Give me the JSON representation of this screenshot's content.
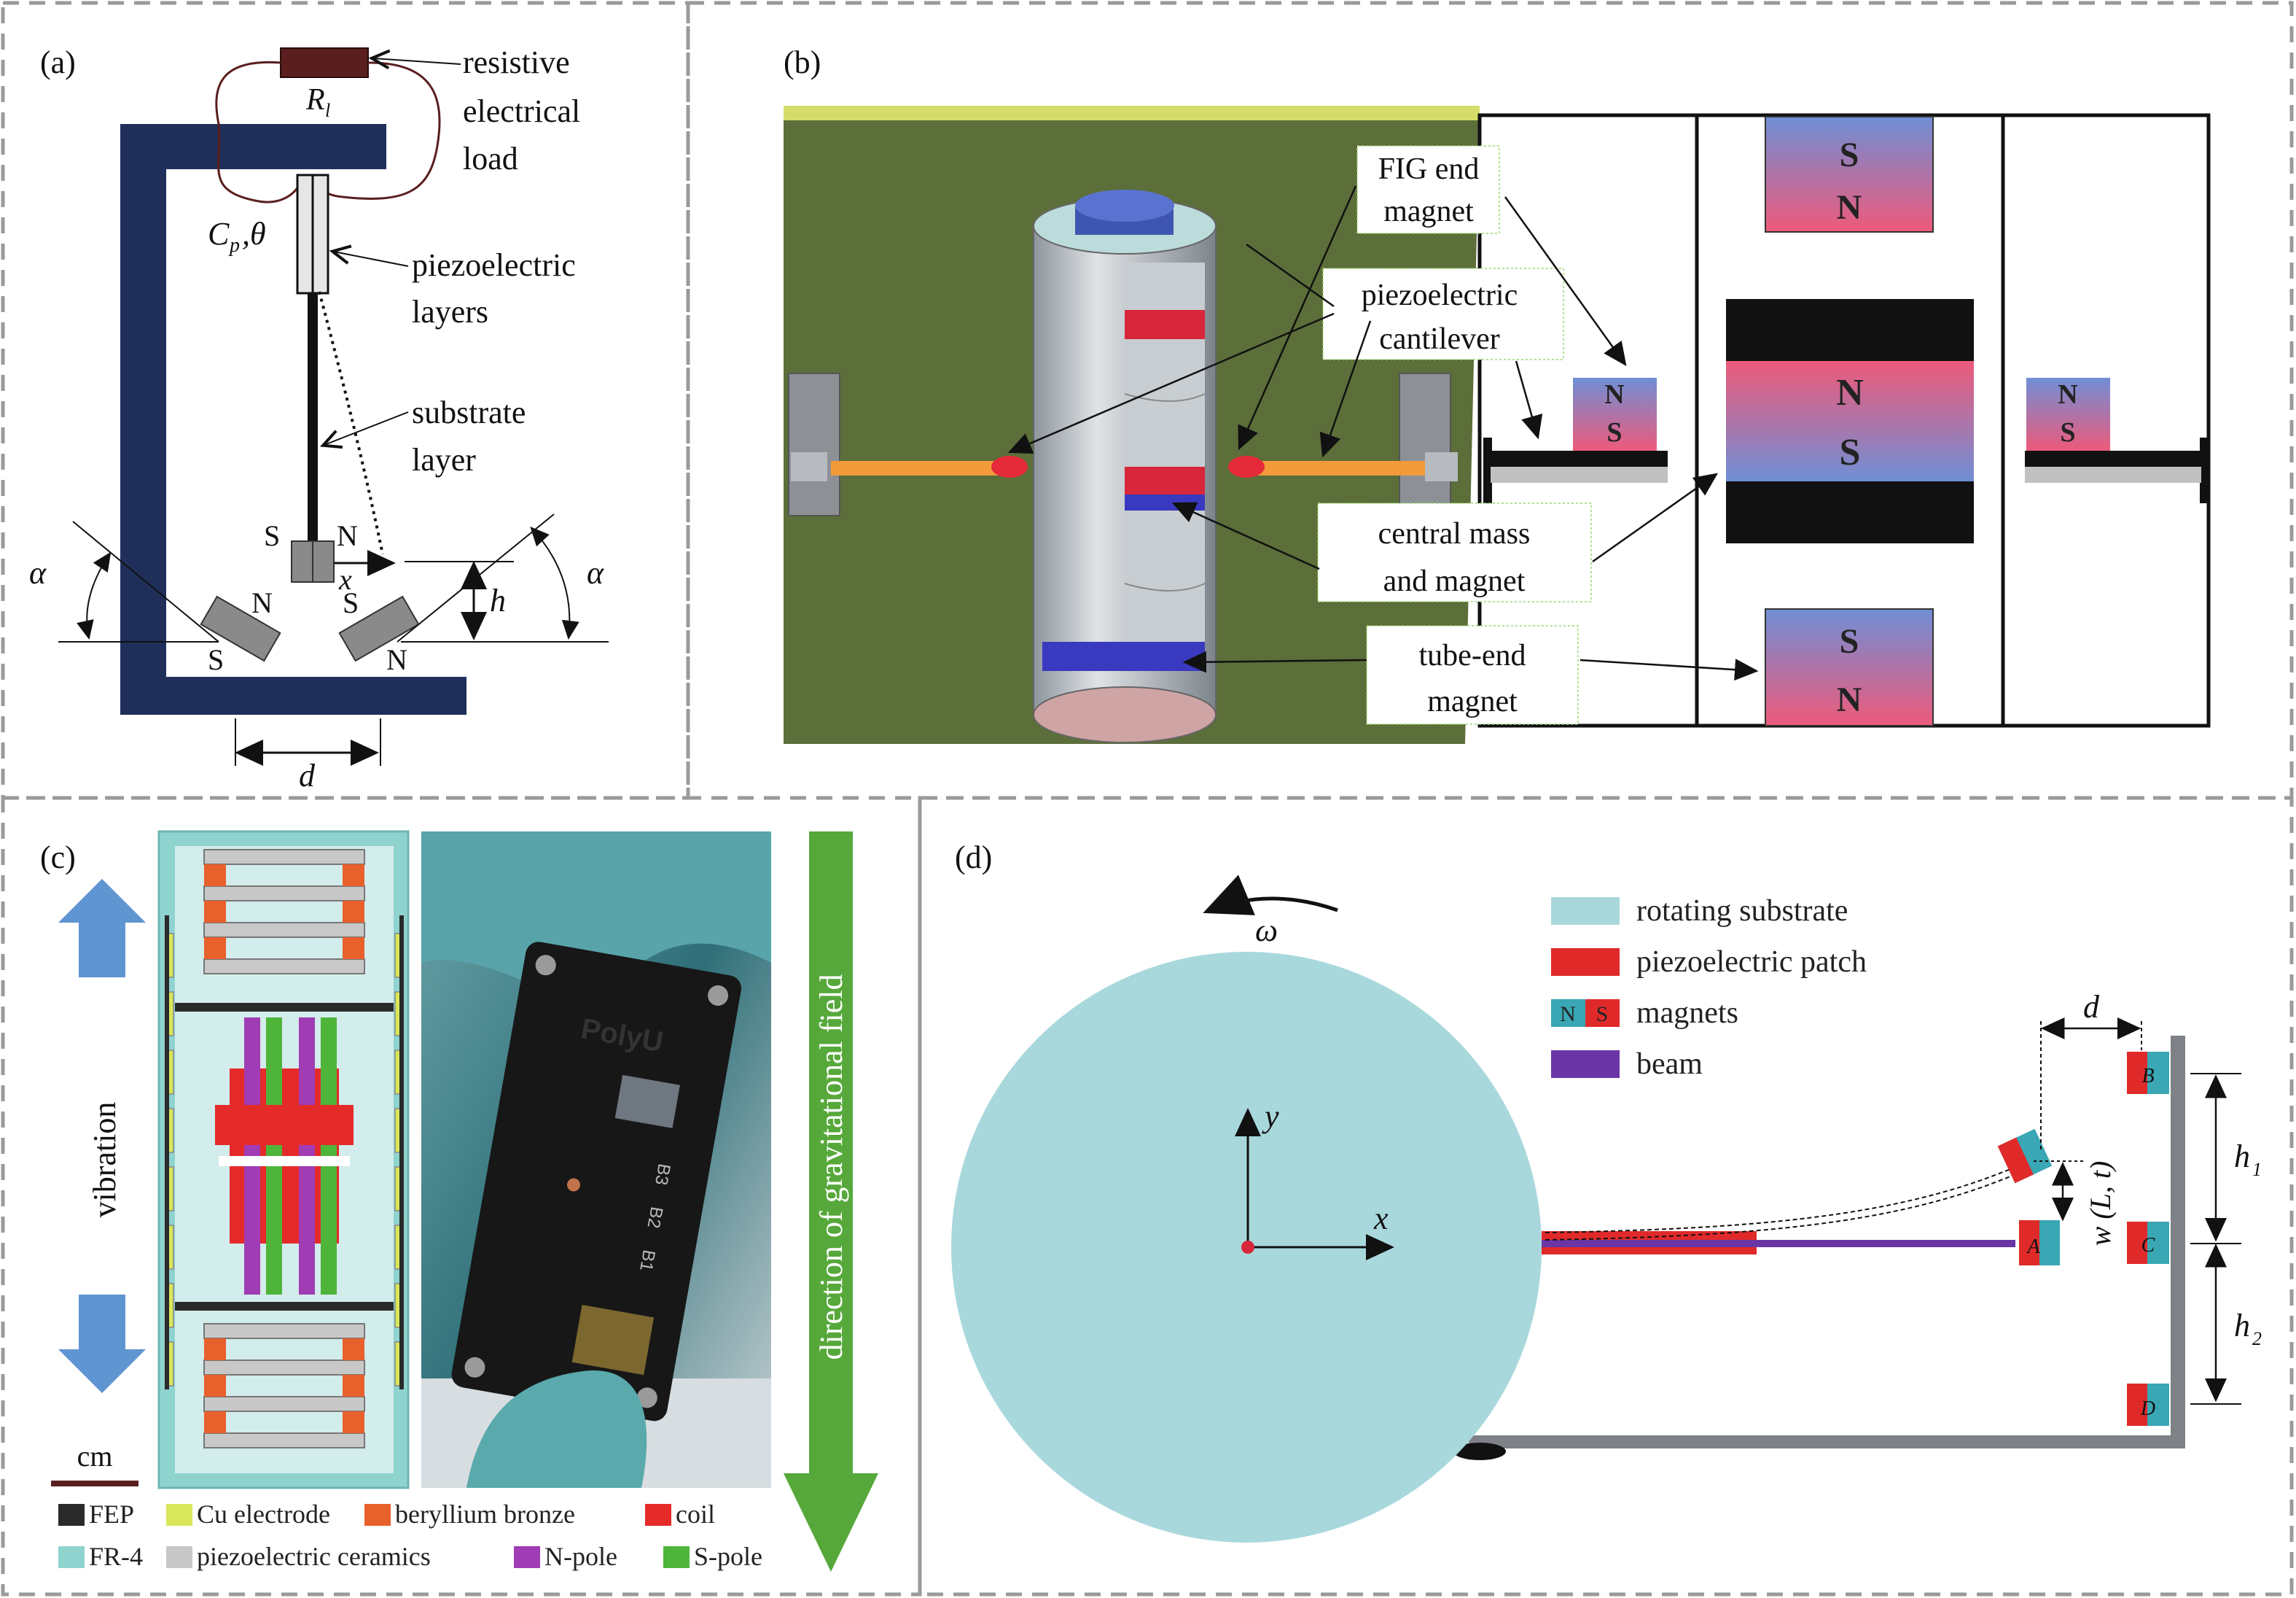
{
  "panels": {
    "a": {
      "tag": "(a)",
      "load_symbol": "R",
      "load_sub": "l",
      "load_label": [
        "resistive",
        "electrical",
        "load"
      ],
      "cap_label": "C",
      "cap_sub": "p",
      "cap_rest": ",θ",
      "piezo_label": [
        "piezoelectric",
        "layers"
      ],
      "substrate_label": [
        "substrate",
        "layer"
      ],
      "tip_S": "S",
      "tip_N": "N",
      "x_label": "x",
      "alpha": "α",
      "h": "h",
      "d": "d",
      "left_mag_N": "N",
      "left_mag_S": "S",
      "right_mag_S": "S",
      "right_mag_N": "N"
    },
    "b": {
      "tag": "(b)",
      "fig_end_magnet": [
        "FIG end",
        "magnet"
      ],
      "piezo_cantilever": [
        "piezoelectric",
        "cantilever"
      ],
      "central_mass": [
        "central mass",
        "and magnet"
      ],
      "tube_end_magnet": [
        "tube-end",
        "magnet"
      ],
      "top_magnet": [
        "S",
        "N"
      ],
      "center_magnet": [
        "N",
        "S"
      ],
      "left_small_magnet": [
        "N",
        "S"
      ],
      "right_small_magnet": [
        "N",
        "S"
      ],
      "bottom_magnet": [
        "S",
        "N"
      ]
    },
    "c": {
      "tag": "(c)",
      "vibration": "vibration",
      "gravity": "direction of gravitational field",
      "scale": "cm",
      "photo_text": [
        "PolyU",
        "B3",
        "B2",
        "B1"
      ],
      "legend": [
        {
          "label": "FEP",
          "color": "#2a2a2a"
        },
        {
          "label": "Cu electrode",
          "color": "#d8e65a"
        },
        {
          "label": "beryllium bronze",
          "color": "#e8602c"
        },
        {
          "label": "coil",
          "color": "#e52a2a"
        },
        {
          "label": "FR-4",
          "color": "#8fd3cf"
        },
        {
          "label": "piezoelectric ceramics",
          "color": "#c8c8c8"
        },
        {
          "label": "N-pole",
          "color": "#a03cb4"
        },
        {
          "label": "S-pole",
          "color": "#4fb43a"
        }
      ]
    },
    "d": {
      "tag": "(d)",
      "omega": "ω",
      "legend": [
        {
          "label": "rotating substrate",
          "color": "#a9d8dc"
        },
        {
          "label": "piezoelectric patch",
          "color": "#e02a2a"
        },
        {
          "label": "magnets",
          "color": "#3aa7b4"
        },
        {
          "label": "beam",
          "color": "#6a35a5"
        }
      ],
      "legend_N": "N",
      "legend_S": "S",
      "y": "y",
      "x": "x",
      "d": "d",
      "w": "w (L, t)",
      "h1": "h",
      "h1_sub": "1",
      "h2": "h",
      "h2_sub": "2",
      "A": "A",
      "B": "B",
      "C": "C",
      "D": "D"
    }
  },
  "colors": {
    "frame_navy": "#1f2f5a",
    "dashed_border": "#9a9a9a",
    "green_plate": "#5c6e3a",
    "magnet_pink": "#e85a7a",
    "magnet_blue": "#6f8fd6",
    "arrow_blue": "#5f95d0",
    "arrow_green": "#56a83a",
    "substrate": "#a9d8dc"
  }
}
